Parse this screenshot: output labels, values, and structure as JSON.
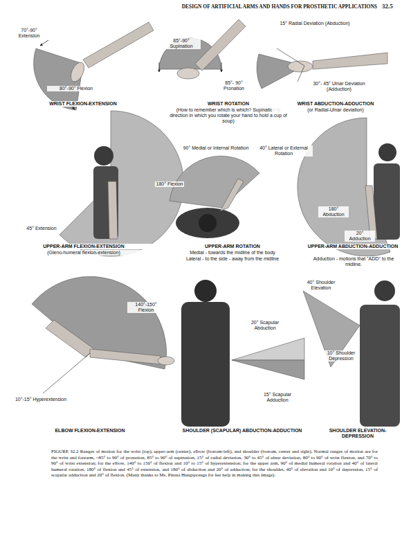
{
  "diagram": {
    "caption": "FIGURE 32.2 Ranges of motion for the wrist (top), upper-arm (center), elbow (bottom-left), and shoulder (bottom, center and right). Normal ranges of motion are for the wrist and forearm, ~85° to 90° of pronation, 85° to 90° of supination, 15° of radial deviation, 30° to 45° of ulnar deviation, 80° to 90° of wrist flexion, and 70° to 90° of wrist extension; for the elbow, 140° to 150° of flexion and 10° to 15° of hyperextension; for the upper arm, 90° of medial humeral rotation and 40° of lateral humeral rotation, 180° of flexion and 45° of extension, and 180° of abduction and 20° of adduction; for the shoulder, 40° of elevation and 10° of depression, 15° of scapular adduction and 20° of flexion. (Many thanks to Ms. Pinata Hungspreugs for her help in making this image).",
    "labels": [
      "DESIGN OF ARTIFICIAL ARMS AND HANDS FOR PROSTHETIC APPLICATIONS",
      "32.5",
      "70°-90° Extension",
      "80°-90° Flexion",
      "WRIST FLEXION-EXTENSION",
      "85°-90° Supination",
      "85°- 90° Pronation",
      "WRIST ROTATION",
      "(How to remember which is which? Supination is direction in which you rotate your hand to hold a cup of soup)",
      "15° Radial Deviation (Abduction)",
      "30°- 45° Ulnar Deviation (Adduction)",
      "WRIST ABDUCTION-ADDUCTION",
      "(or Radial-Ulnar deviation)",
      "180° Flexion",
      "45° Extension",
      "UPPER-ARM FLEXION-EXTENSION",
      "(Gleno-humeral flexion-extension)",
      "90° Medial or Internal Rotation",
      "40° Lateral or External Rotation",
      "UPPER-ARM ROTATION",
      "Medial - towards the midline of the body",
      "Lateral - to the side - away from the midline",
      "180° Abduction",
      "20° Adduction",
      "UPPER-ARM ABDUCTION-ADDUCTION",
      "Adduction - motions that \"ADD\" to the midline.",
      "140°-150° Flexion",
      "10°-15° Hyperextension",
      "ELBOW FLEXION-EXTENSION",
      "20° Scapular Abduction",
      "15° Scapular Adduction",
      "SHOULDER (SCAPULAR) ABDUCTION-ADDUCTION",
      "40° Shoulder Elevation",
      "10° Shoulder Depression",
      "SHOULDER ELEVATION-DEPRESSION"
    ]
  }
}
